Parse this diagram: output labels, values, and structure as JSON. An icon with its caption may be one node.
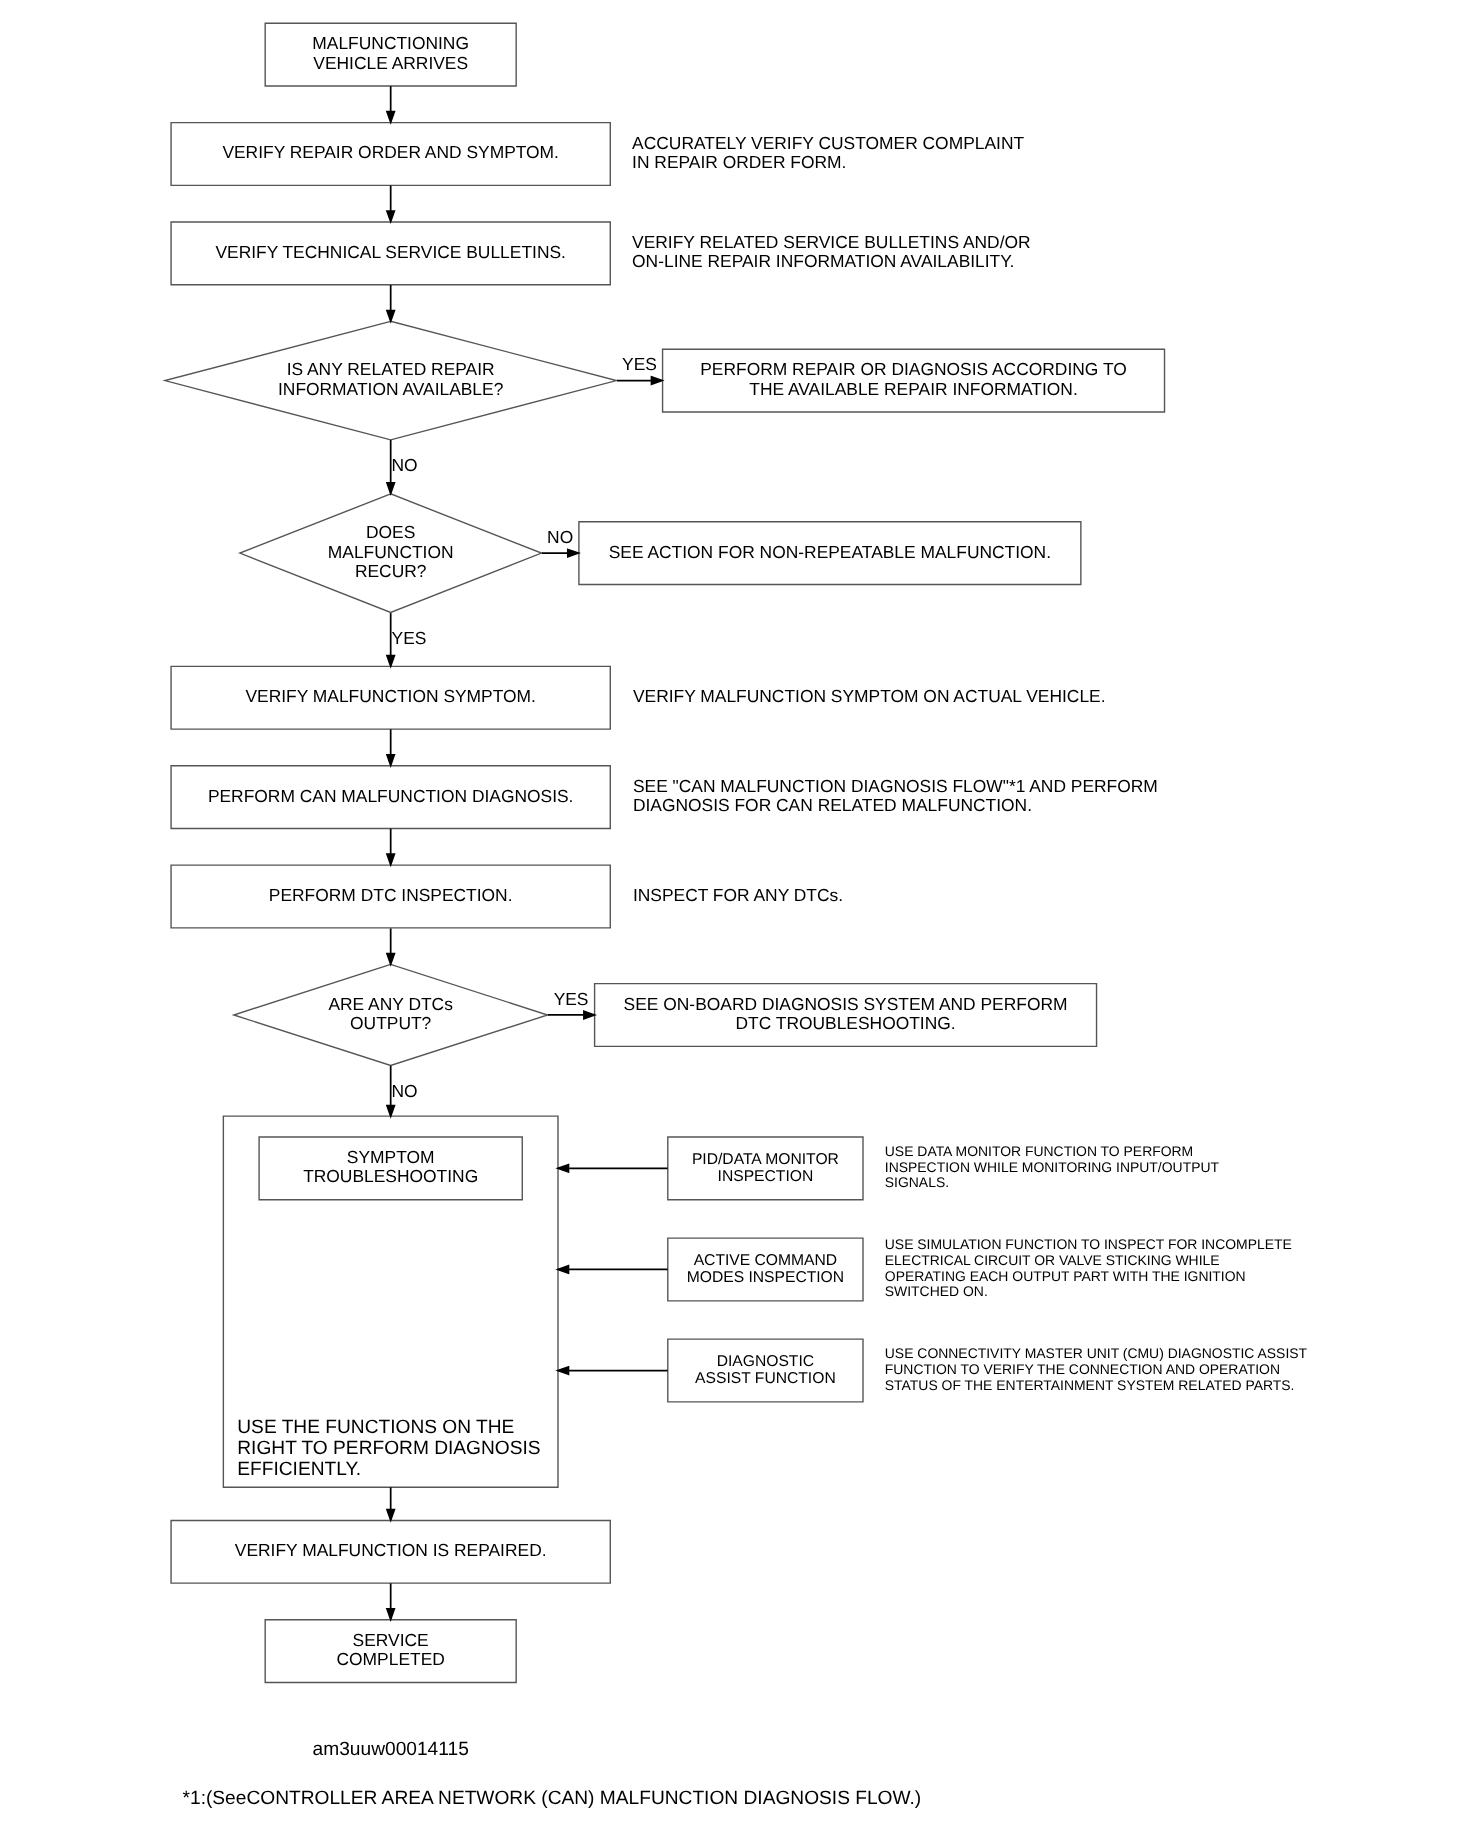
{
  "diagram": {
    "caption": "*1:(SeeCONTROLLER AREA NETWORK (CAN) MALFUNCTION DIAGNOSIS FLOW.)",
    "nodes": [
      {
        "text": [
          "MALFUNCTIONING VEHICLE ARRIVES"
        ]
      },
      {
        "text": [
          "VERIFY REPAIR ORDER AND SYMPTOM."
        ],
        "beside": [
          "ACCURATELY VERIFY CUSTOMER COMPLAINT IN REPAIR ORDER FORM."
        ]
      },
      {
        "text": [
          "VERIFY TECHNICAL SERVICE BULLETINS."
        ],
        "beside": [
          "VERIFY RELATED SERVICE BULLETINS AND/OR ON-LINE REPAIR INFORMATION AVAILABILITY."
        ]
      },
      {
        "text": [
          "IS ANY RELATED REPAIR INFORMATION AVAILABLE?"
        ]
      },
      {
        "text": [
          "PERFORM REPAIR OR DIAGNOSIS ACCORDING TO THE AVAILABLE REPAIR INFORMATION."
        ]
      },
      {
        "text": [
          "DOES MALFUNCTION RECUR?"
        ]
      },
      {
        "text": [
          "SEE ACTION FOR NON-REPEATABLE MALFUNCTION."
        ]
      },
      {
        "text": [
          "VERIFY MALFUNCTION SYMPTOM."
        ],
        "beside": [
          "VERIFY MALFUNCTION SYMPTOM ON ACTUAL VEHICLE."
        ]
      },
      {
        "text": [
          "PERFORM CAN MALFUNCTION DIAGNOSIS."
        ],
        "beside": [
          "SEE \"CAN MALFUNCTION DIAGNOSIS FLOW\"*1 AND PERFORM DIAGNOSIS FOR CAN RELATED MALFUNCTION."
        ]
      },
      {
        "text": [
          "PERFORM DTC INSPECTION."
        ],
        "beside": [
          "INSPECT FOR ANY DTCs."
        ]
      },
      {
        "text": [
          "ARE ANY DTCs OUTPUT?"
        ]
      },
      {
        "text": [
          "SEE ON-BOARD DIAGNOSIS SYSTEM AND PERFORM DTC TROUBLESHOOTING."
        ]
      },
      {
        "text": [
          "USE THE FUNCTIONS ON THE RIGHT TO PERFORM DIAGNOSIS EFFICIENTLY."
        ]
      },
      {
        "text": [
          "SYMPTOM TROUBLESHOOTING"
        ],
        "in": 12
      },
      {
        "text": [
          "PID/DATA MONITOR INSPECTION"
        ],
        "beside": [
          "USE DATA MONITOR FUNCTION TO PERFORM INSPECTION WHILE MONITORING INPUT/OUTPUT SIGNALS."
        ]
      },
      {
        "text": [
          "ACTIVE COMMAND MODES INSPECTION"
        ],
        "beside": [
          "USE SIMULATION FUNCTION TO INSPECT FOR INCOMPLETE ELECTRICAL CIRCUIT OR VALVE STICKING WHILE OPERATING EACH OUTPUT PART WITH THE IGNITION SWITCHED ON."
        ]
      },
      {
        "text": [
          "DIAGNOSTIC ASSIST FUNCTION"
        ],
        "beside": [
          "USE CONNECTIVITY MASTER UNIT (CMU) DIAGNOSTIC ASSIST FUNCTION TO VERIFY THE CONNECTION AND OPERATION STATUS OF THE ENTERTAINMENT SYSTEM RELATED PARTS."
        ]
      },
      {
        "text": [
          "VERIFY MALFUNCTION IS REPAIRED."
        ]
      },
      {
        "text": [
          "SERVICE COMPLETED"
        ]
      }
    ],
    "edges": [
      {
        "from": 0,
        "to": 1,
        "arrow": "to"
      },
      {
        "from": 1,
        "to": 2,
        "arrow": "to"
      },
      {
        "from": 2,
        "to": 3,
        "arrow": "to"
      },
      {
        "from": 3,
        "to": 4,
        "arrow": "to",
        "label": "YES"
      },
      {
        "from": 3,
        "to": 5,
        "arrow": "to",
        "label": "NO"
      },
      {
        "from": 5,
        "to": 6,
        "arrow": "to",
        "label": "NO"
      },
      {
        "from": 5,
        "to": 7,
        "arrow": "to",
        "label": "YES"
      },
      {
        "from": 7,
        "to": 8,
        "arrow": "to"
      },
      {
        "from": 8,
        "to": 9,
        "arrow": "to"
      },
      {
        "from": 9,
        "to": 10,
        "arrow": "to"
      },
      {
        "from": 10,
        "to": 11,
        "arrow": "to",
        "label": "YES"
      },
      {
        "from": 10,
        "to": 12,
        "arrow": "to",
        "label": "NO"
      },
      {
        "from": 14,
        "to": 12,
        "arrow": "to"
      },
      {
        "from": 15,
        "to": 12,
        "arrow": "to"
      },
      {
        "from": 16,
        "to": 12,
        "arrow": "to"
      },
      {
        "from": 12,
        "to": 17,
        "arrow": "to"
      },
      {
        "from": 17,
        "to": 18,
        "arrow": "to"
      }
    ],
    "labels": [
      "am3uuw00014115"
    ]
  }
}
